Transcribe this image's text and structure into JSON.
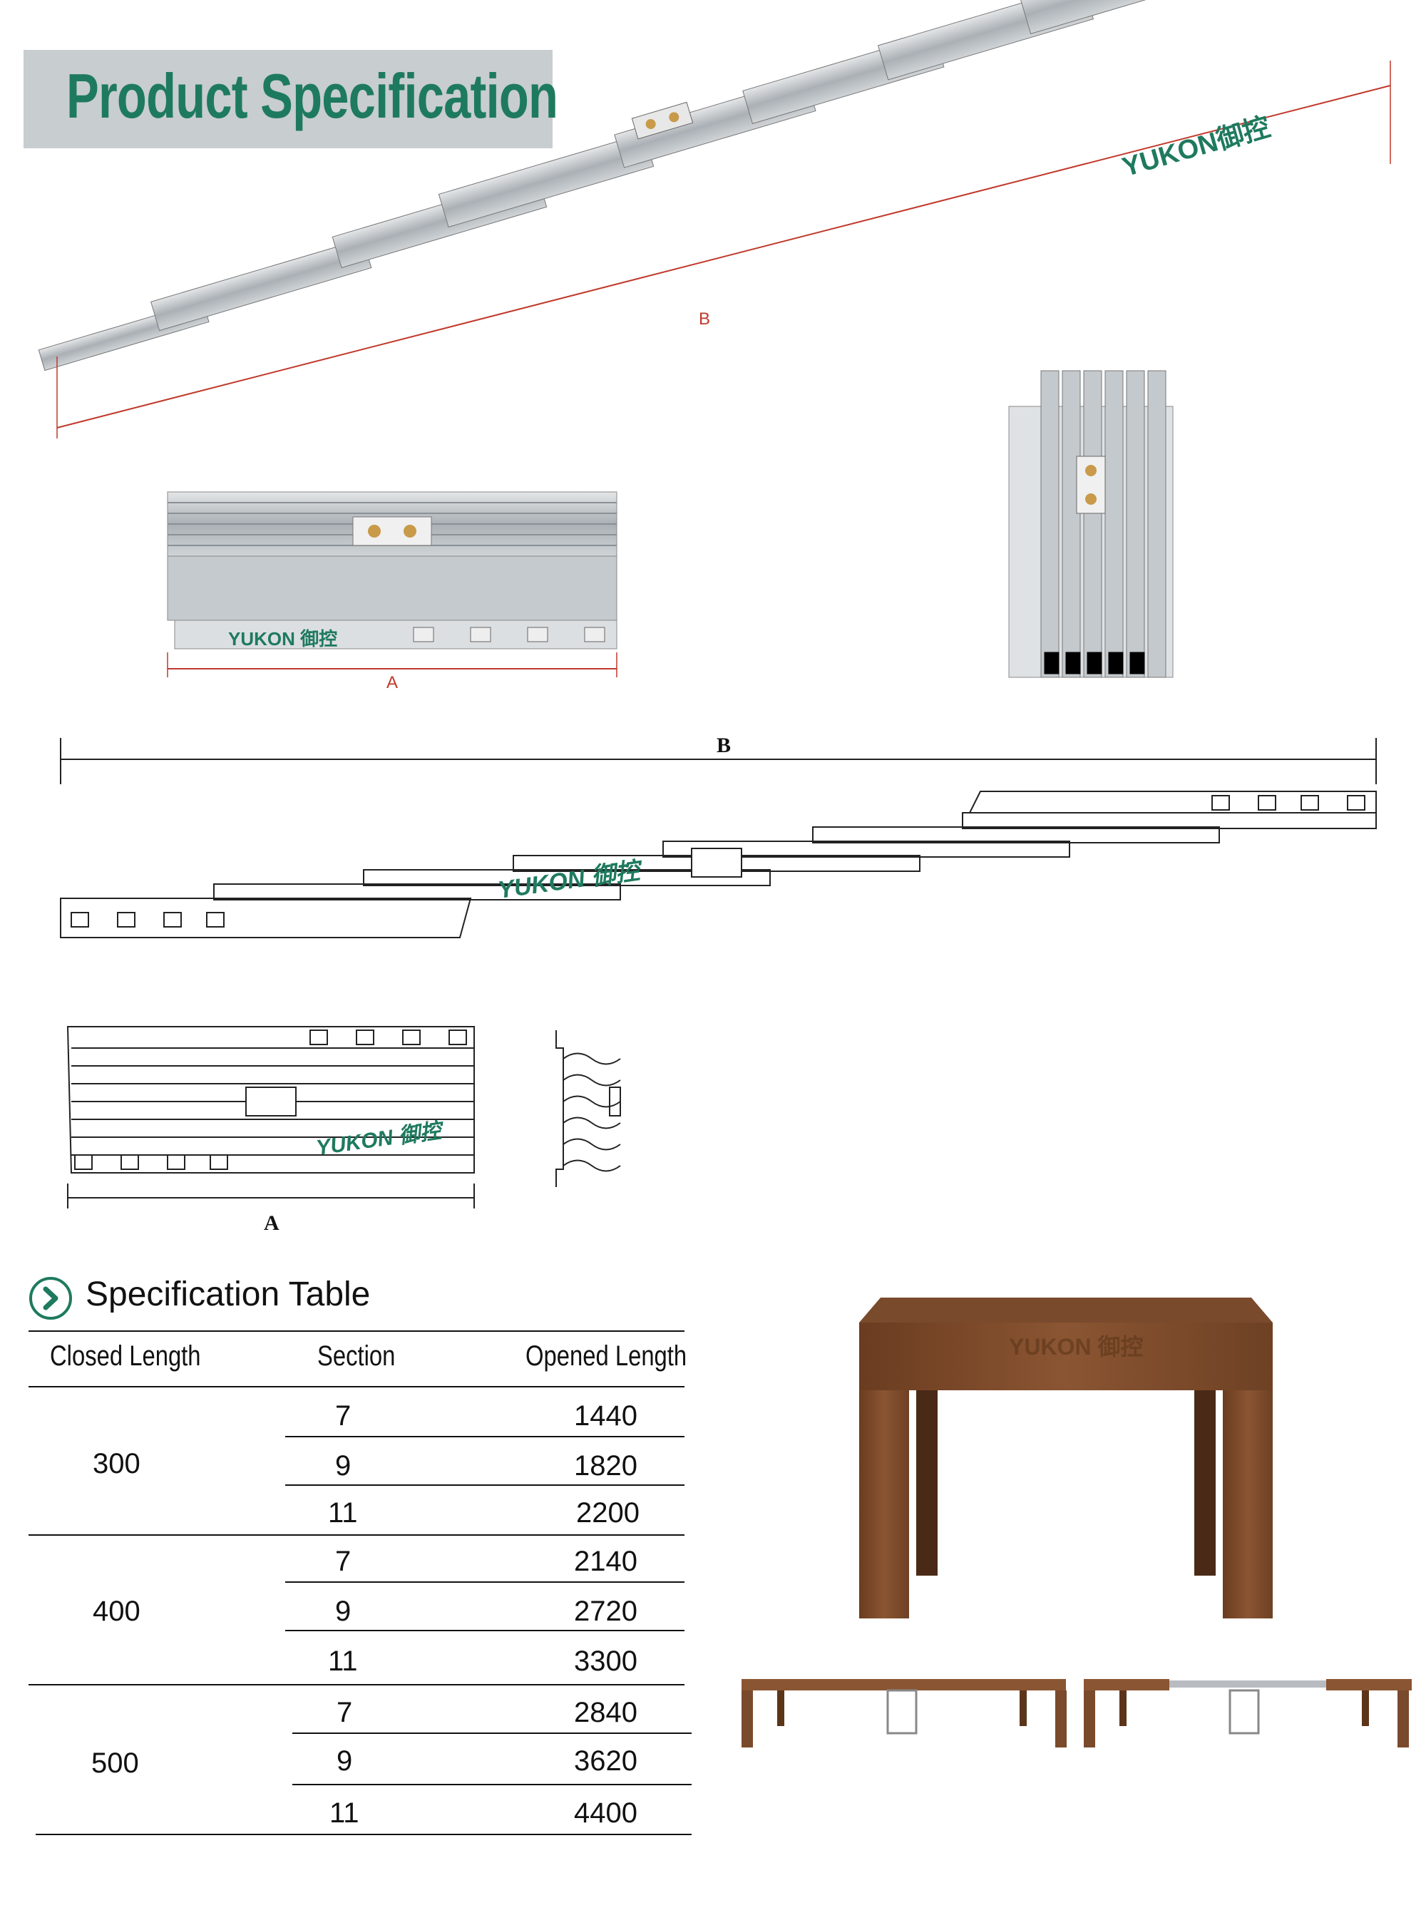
{
  "header": {
    "title": "Product Specification"
  },
  "brand": {
    "name": "YUKON",
    "name_cn": "御控",
    "accent": "#1e7a5e"
  },
  "diagrams": {
    "label_b_top": "B",
    "label_a_mid": "A",
    "label_b_drawing": "B",
    "label_a_drawing": "A"
  },
  "spec_table": {
    "heading": "Specification Table",
    "columns": [
      "Closed Length",
      "Section",
      "Opened Length"
    ],
    "groups": [
      {
        "closed": "300",
        "rows": [
          {
            "section": "7",
            "opened": "1440"
          },
          {
            "section": "9",
            "opened": "1820"
          },
          {
            "section": "11",
            "opened": "2200"
          }
        ]
      },
      {
        "closed": "400",
        "rows": [
          {
            "section": "7",
            "opened": "2140"
          },
          {
            "section": "9",
            "opened": "2720"
          },
          {
            "section": "11",
            "opened": "3300"
          }
        ]
      },
      {
        "closed": "500",
        "rows": [
          {
            "section": "7",
            "opened": "2840"
          },
          {
            "section": "9",
            "opened": "3620"
          },
          {
            "section": "11",
            "opened": "4400"
          }
        ]
      }
    ]
  },
  "colors": {
    "dimension_red": "#c0392b",
    "steel": "#b8bcc0",
    "wood": "#7a4a2a"
  },
  "icons": {
    "heading_icon": "chevron-circle-icon"
  }
}
